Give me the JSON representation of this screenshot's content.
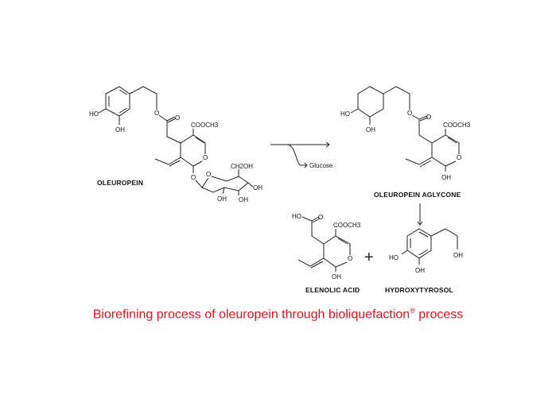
{
  "molecules": {
    "oleuropein": {
      "name": "OLEUROPEIN",
      "ho": "HO",
      "oh": "OH",
      "ester_o": "O",
      "carbonyl_o": "O",
      "cooch3": "COOCH3",
      "ring_o": "O",
      "glyco_o": "O",
      "sugar_o": "O",
      "ch2oh": "CH2OH",
      "sugar_oh1": "OH",
      "sugar_oh2": "OH",
      "sugar_oh3": "OH"
    },
    "aglycone": {
      "name": "OLEUROPEIN AGLYCONE",
      "ho": "HO",
      "oh": "OH",
      "ester_o": "O",
      "carbonyl_o": "O",
      "cooch3": "COOCH3",
      "ring_o": "O",
      "ring_oh": "OH"
    },
    "elenolic_acid": {
      "name": "ELENOLIC ACID",
      "ho": "HO",
      "carbonyl_o": "O",
      "cooch3": "COOCH3",
      "ring_o": "O",
      "ring_oh": "OH"
    },
    "hydroxytyrosol": {
      "name": "HYDROXYTYROSOL",
      "ho": "HO",
      "oh": "OH",
      "chain_oh": "OH"
    }
  },
  "reaction": {
    "byproduct": "Glucose",
    "plus": "+"
  },
  "caption": {
    "text": "Biorefining process of oleuropein through bioliquefaction",
    "mark": "®",
    "suffix": " process"
  },
  "colors": {
    "caption": "#e3161b",
    "structure": "#222222"
  }
}
